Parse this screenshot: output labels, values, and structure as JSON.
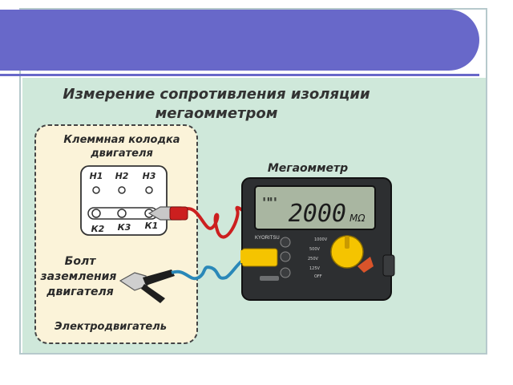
{
  "slide": {
    "title_line1": "Измерение сопротивления изоляции",
    "title_line2": "мегаомметром"
  },
  "diagram": {
    "terminal_block_line1": "Клеммная колодка",
    "terminal_block_line2": "двигателя",
    "terminals_top": [
      "Н1",
      "Н2",
      "Н3"
    ],
    "terminals_bottom": [
      "К2",
      "К3",
      "К1"
    ],
    "ground_bolt_line1": "Болт",
    "ground_bolt_line2": "заземления",
    "ground_bolt_line3": "двигателя",
    "motor_label": "Электродвигатель",
    "megger_label": "Мегаомметр",
    "display_reading": "2000",
    "display_unit": "MΩ",
    "device_brand": "KYORITSU"
  },
  "colors": {
    "banner": "#6868c9",
    "panel": "#cfe8da",
    "motor_box": "#fbf3d9",
    "lead_red": "#cc1f1f",
    "lead_blue": "#2a88b8",
    "knob": "#f5c400"
  }
}
